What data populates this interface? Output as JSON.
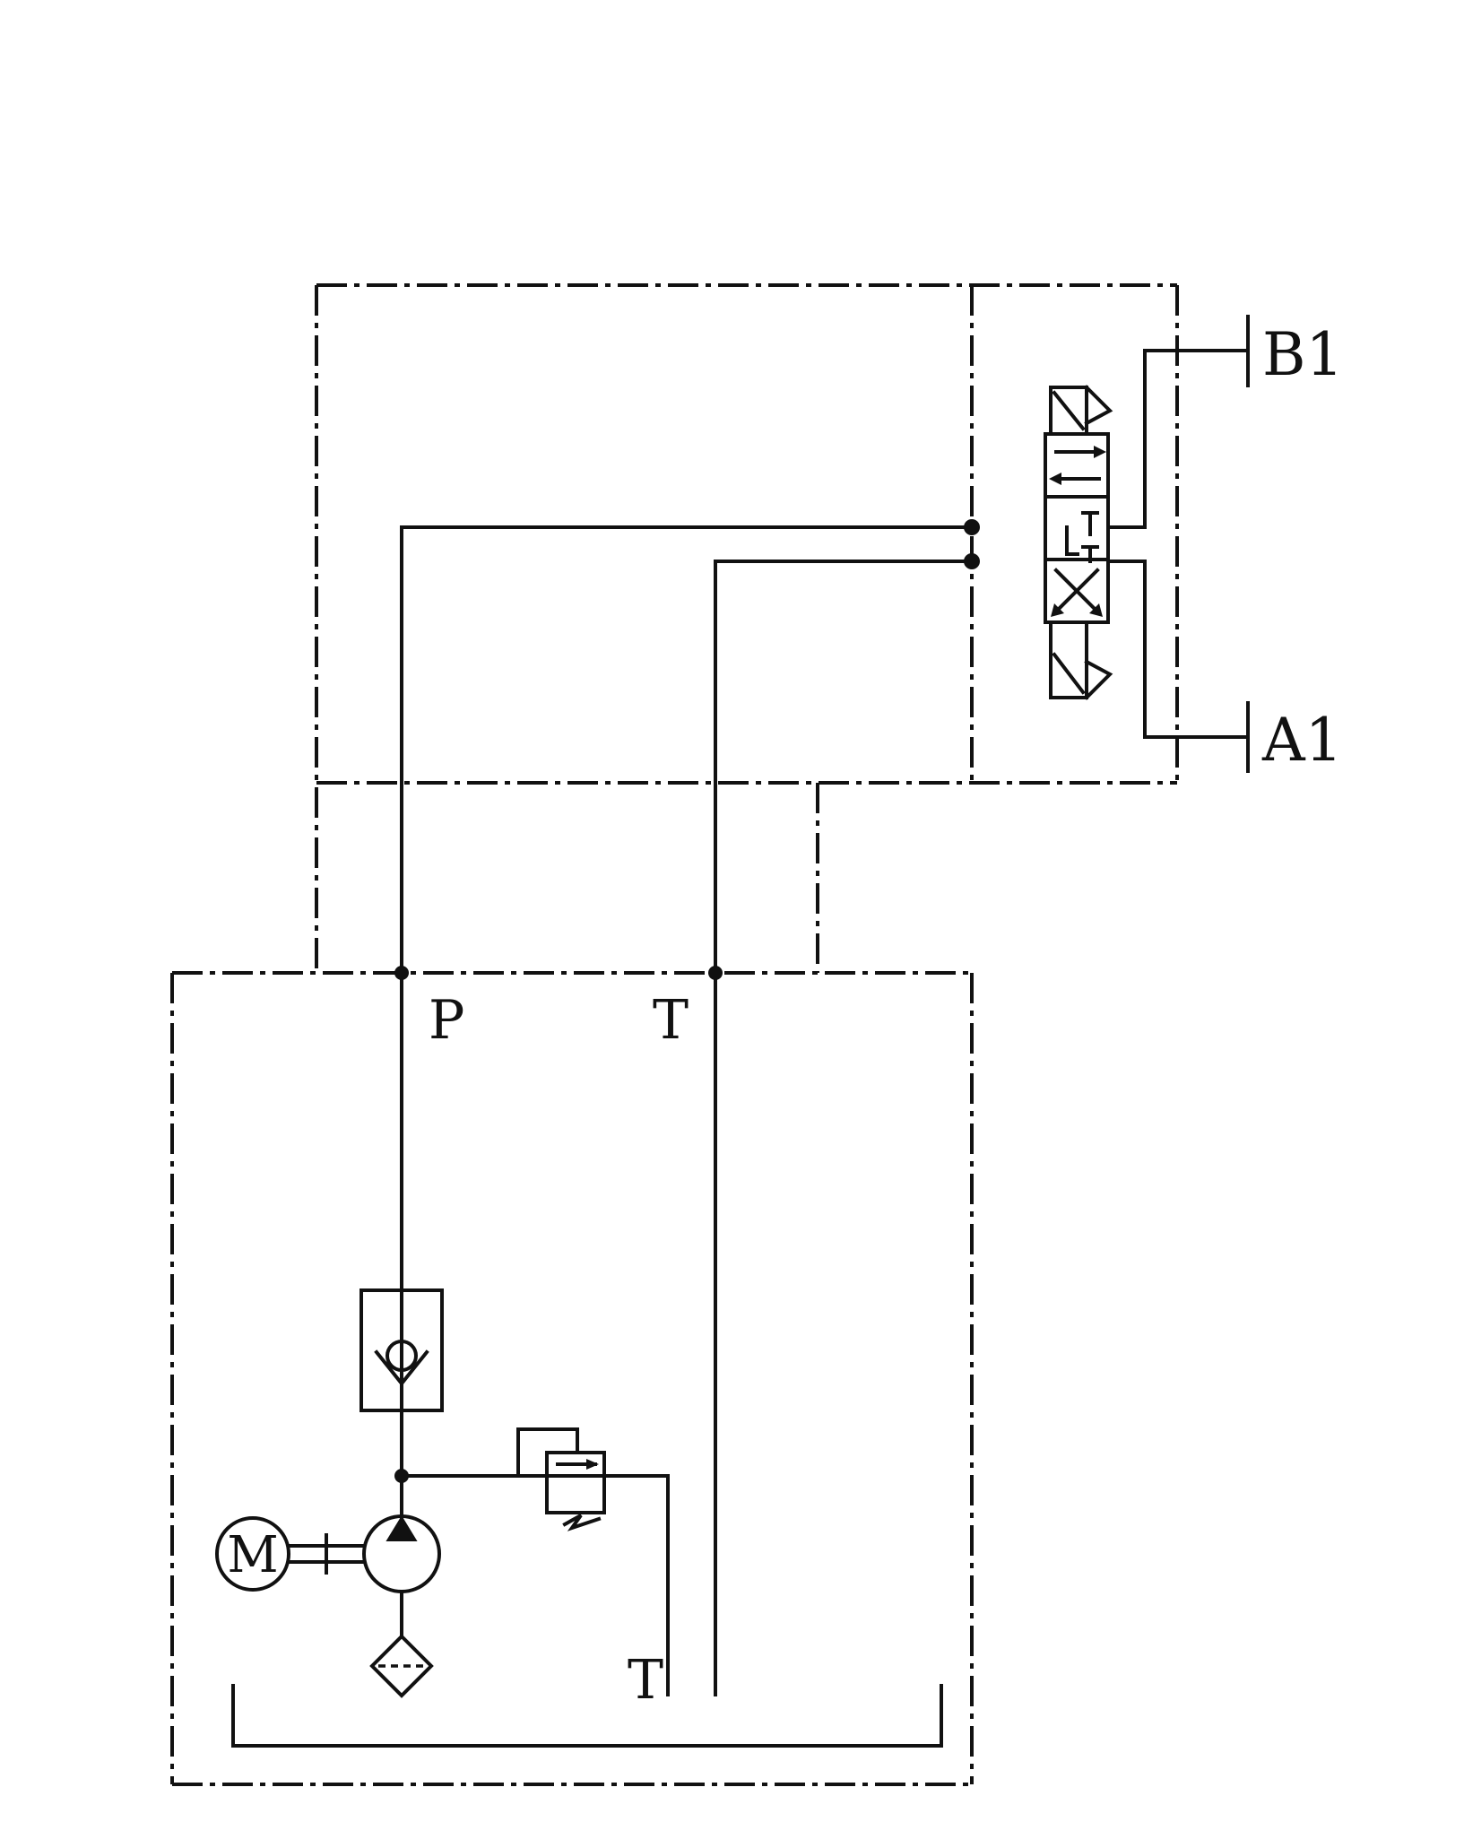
{
  "labels": {
    "port_b1": "B1",
    "port_a1": "A1",
    "pressure_port": "P",
    "tank_port_upper": "T",
    "tank_port_lower": "T",
    "motor": "M"
  },
  "colors": {
    "line": "#111111",
    "background": "#ffffff"
  },
  "components": [
    "electric-motor",
    "hydraulic-pump",
    "suction-filter",
    "check-valve",
    "relief-valve",
    "directional-control-valve-4-3",
    "reservoir"
  ]
}
